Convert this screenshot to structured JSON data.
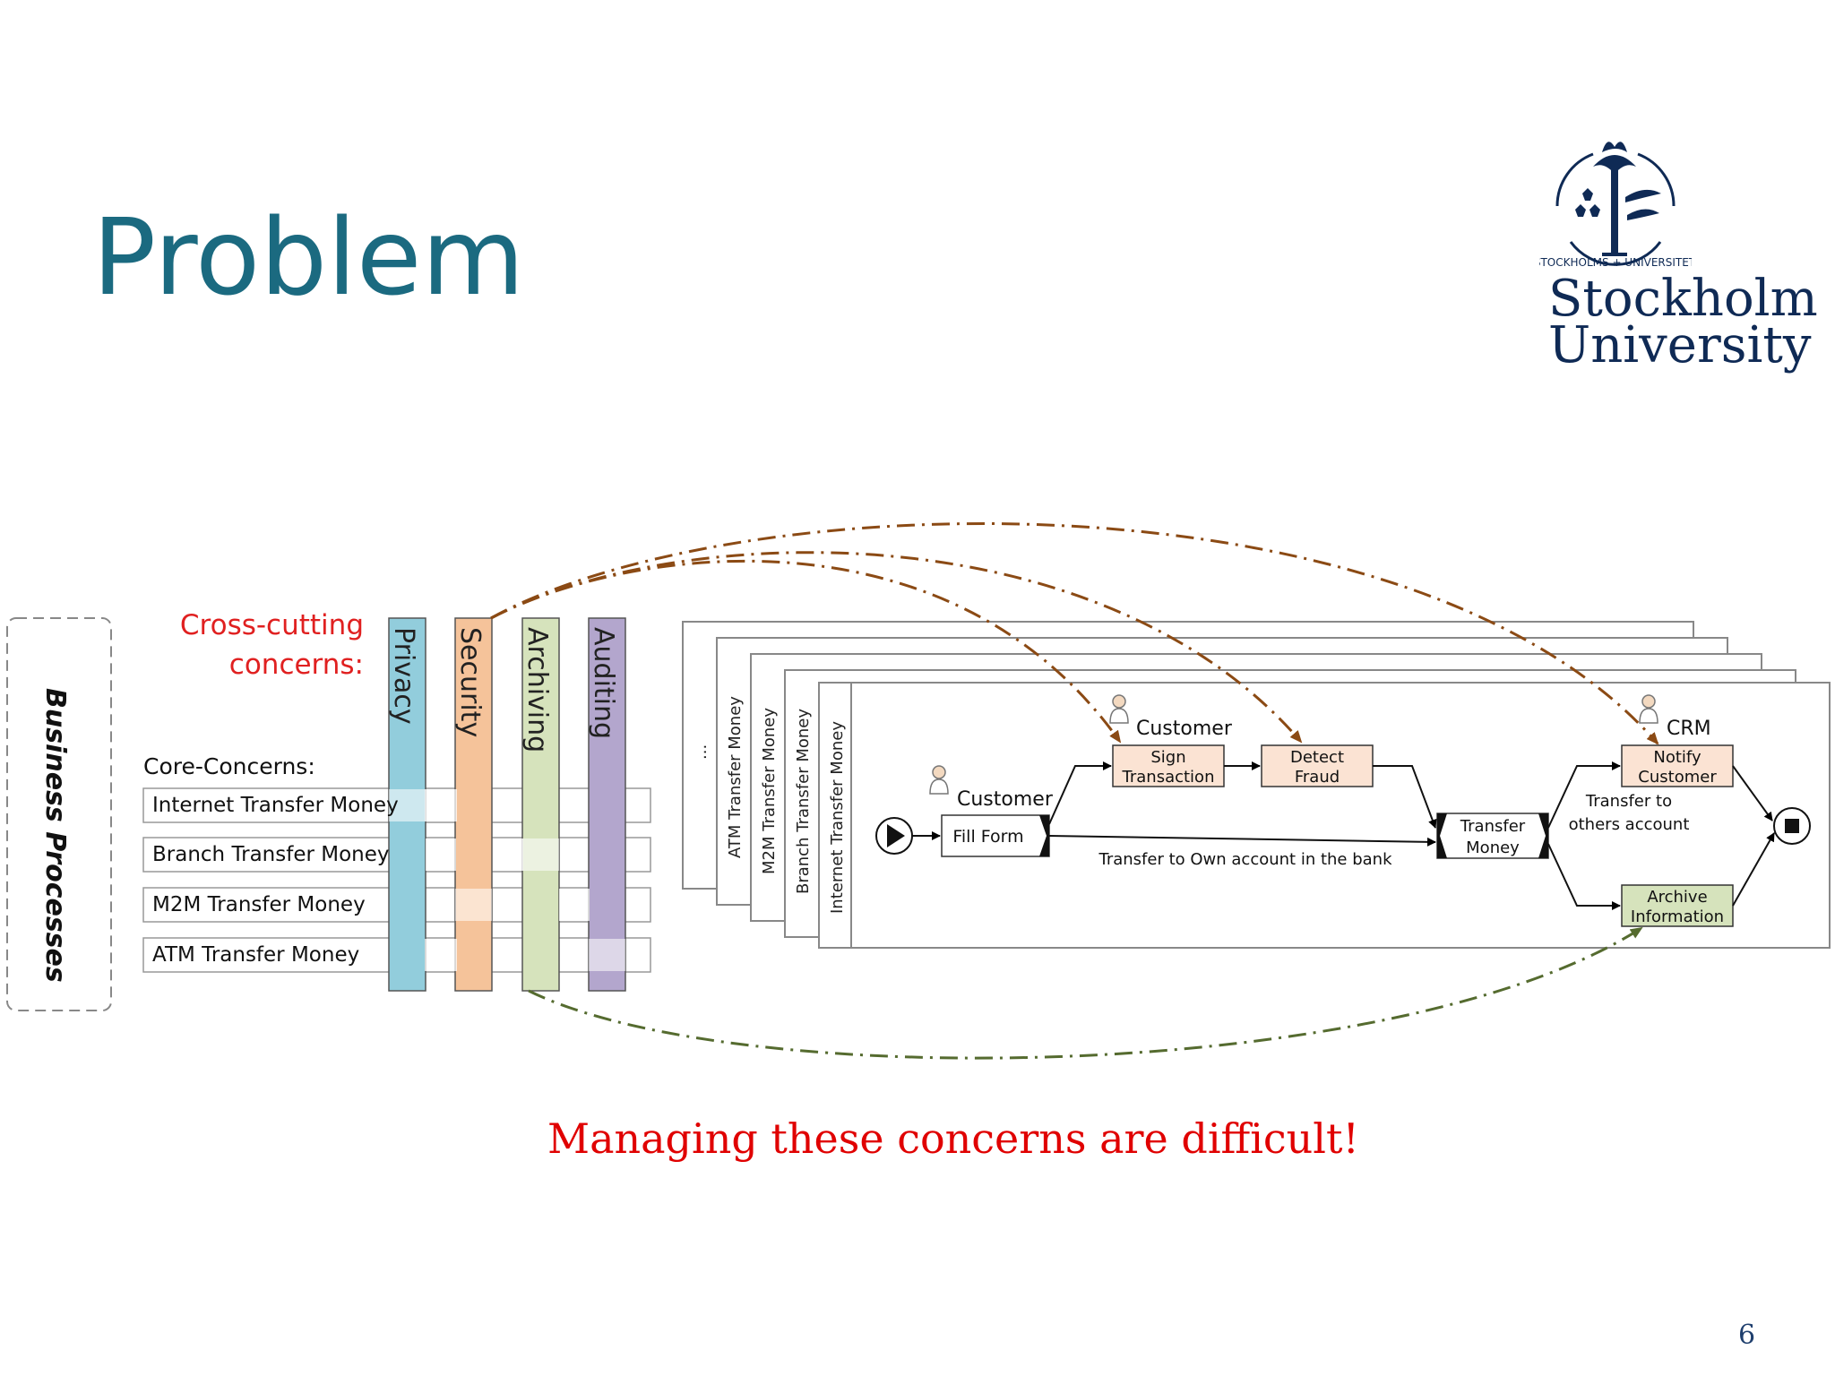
{
  "slide": {
    "title": "Problem",
    "page_number": "6",
    "conclusion": "Managing these concerns are difficult!"
  },
  "logo": {
    "name_line1": "Stockholm",
    "name_line2": "University",
    "seal_text": "STOCKHOLMS + UNIVERSITET",
    "icon": "torch-crowns-seal-icon",
    "color": "#0f2a55"
  },
  "left_panel": {
    "business_processes_label": "Business Processes",
    "cross_cutting_label_line1": "Cross-cutting",
    "cross_cutting_label_line2": "concerns:",
    "cross_cutting_concerns": [
      {
        "label": "Privacy",
        "color": "#92cddc"
      },
      {
        "label": "Security",
        "color": "#f5c39a"
      },
      {
        "label": "Archiving",
        "color": "#d6e3bc"
      },
      {
        "label": "Auditing",
        "color": "#b3a6cd"
      }
    ],
    "core_concerns_label": "Core-Concerns:",
    "core_concerns": [
      "Internet Transfer Money",
      "Branch Transfer Money",
      "M2M Transfer Money",
      "ATM Transfer Money"
    ]
  },
  "process_stack": {
    "layers": [
      "...",
      "ATM Transfer Money",
      "M2M Transfer Money",
      "Branch Transfer Money",
      "Internet Transfer Money"
    ],
    "lanes": {
      "customer_left": "Customer",
      "customer_top": "Customer",
      "crm": "CRM"
    },
    "tasks": {
      "fill_form": "Fill Form",
      "sign_transaction_line1": "Sign",
      "sign_transaction_line2": "Transaction",
      "detect_fraud_line1": "Detect",
      "detect_fraud_line2": "Fraud",
      "transfer_money_line1": "Transfer",
      "transfer_money_line2": "Money",
      "notify_customer_line1": "Notify",
      "notify_customer_line2": "Customer",
      "archive_information_line1": "Archive",
      "archive_information_line2": "Information"
    },
    "edge_labels": {
      "own_account": "Transfer to Own account in the bank",
      "others_account_line1": "Transfer to",
      "others_account_line2": "others account"
    },
    "colors": {
      "security_arrow": "#8b4a14",
      "archiving_arrow": "#556b2f",
      "security_task_fill": "#fbe3d3",
      "archive_task_fill": "#d6e3bc"
    }
  }
}
